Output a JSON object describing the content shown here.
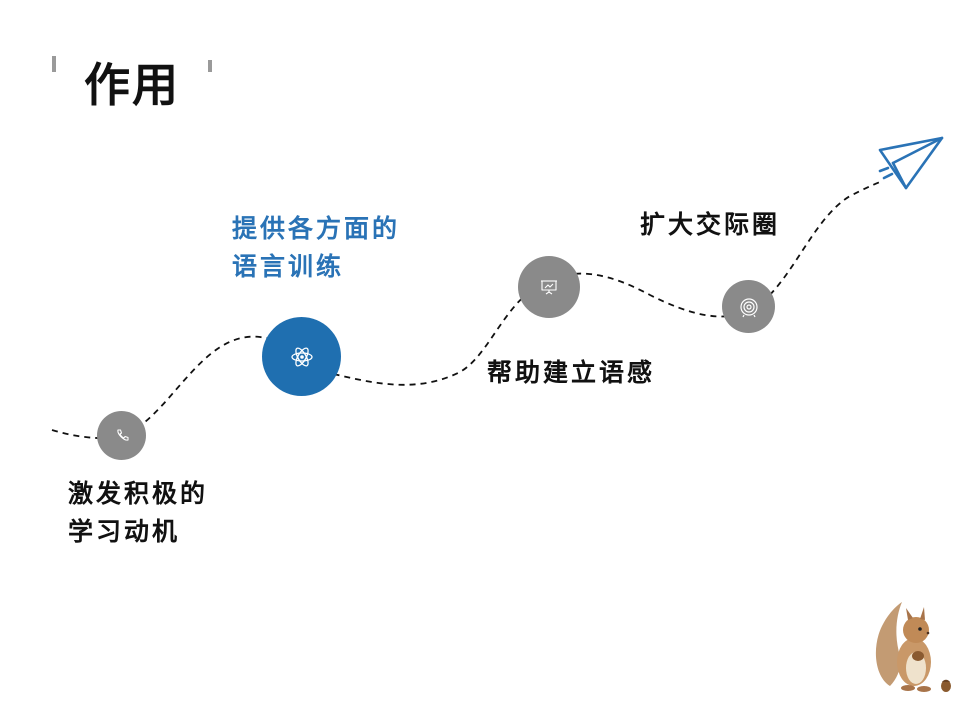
{
  "title": "作用",
  "steps": [
    {
      "line1": "激发积极的",
      "line2": "学习动机",
      "icon": "phone-icon"
    },
    {
      "line1": "提供各方面的",
      "line2": "语言训练",
      "icon": "atom-icon"
    },
    {
      "line1": "帮助建立语感",
      "icon": "presentation-icon"
    },
    {
      "line1": "扩大交际圈",
      "icon": "target-icon"
    }
  ],
  "end_icon": "paper-plane-icon",
  "decoration": "squirrel-illustration",
  "colors": {
    "accent": "#1f6fb0",
    "accent_text": "#2a73b6",
    "node": "#8a8a8a",
    "text": "#111111"
  }
}
